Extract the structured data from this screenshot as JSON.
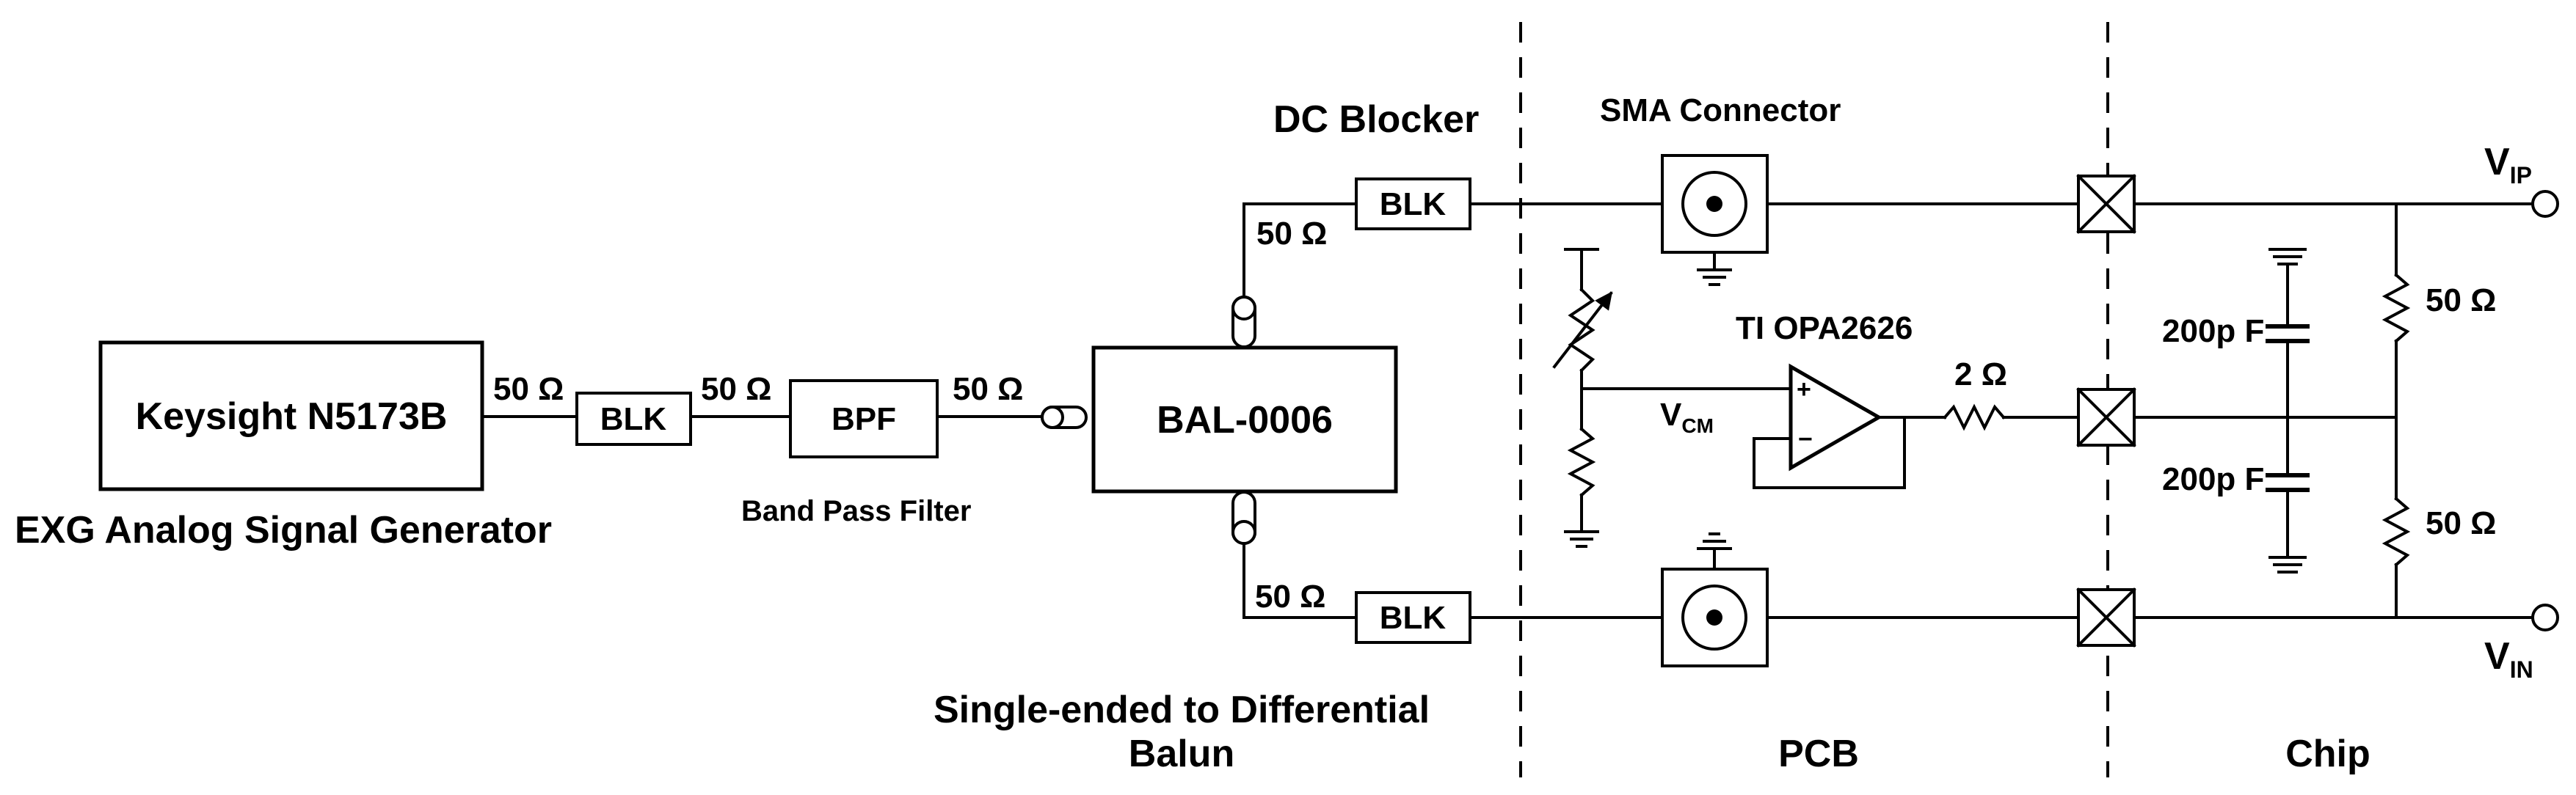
{
  "blocks": {
    "generator": "Keysight N5173B",
    "generator_caption": "EXG Analog Signal Generator",
    "blk_input": "BLK",
    "bpf": "BPF",
    "bpf_caption": "Band Pass Filter",
    "balun": "BAL-0006",
    "balun_caption_line1": "Single-ended to Differential",
    "balun_caption_line2": "Balun",
    "blk_top": "BLK",
    "blk_bottom": "BLK",
    "dc_blocker_caption": "DC Blocker",
    "sma_caption": "SMA Connector",
    "opamp_caption": "TI OPA2626"
  },
  "labels": {
    "imp_gen_blk": "50 Ω",
    "imp_blk_bpf": "50 Ω",
    "imp_bpf_balun": "50 Ω",
    "imp_balun_top": "50 Ω",
    "imp_balun_bottom": "50 Ω",
    "r_series": "2 Ω",
    "vcm_main": "V",
    "vcm_sub": "CM",
    "opamp_plus": "+",
    "opamp_minus": "−",
    "cap_top": "200p F",
    "cap_bottom": "200p F",
    "r_term_top": "50 Ω",
    "r_term_bottom": "50 Ω",
    "vip_main": "V",
    "vip_sub": "IP",
    "vin_main": "V",
    "vin_sub": "IN"
  },
  "sections": {
    "pcb": "PCB",
    "chip": "Chip"
  }
}
